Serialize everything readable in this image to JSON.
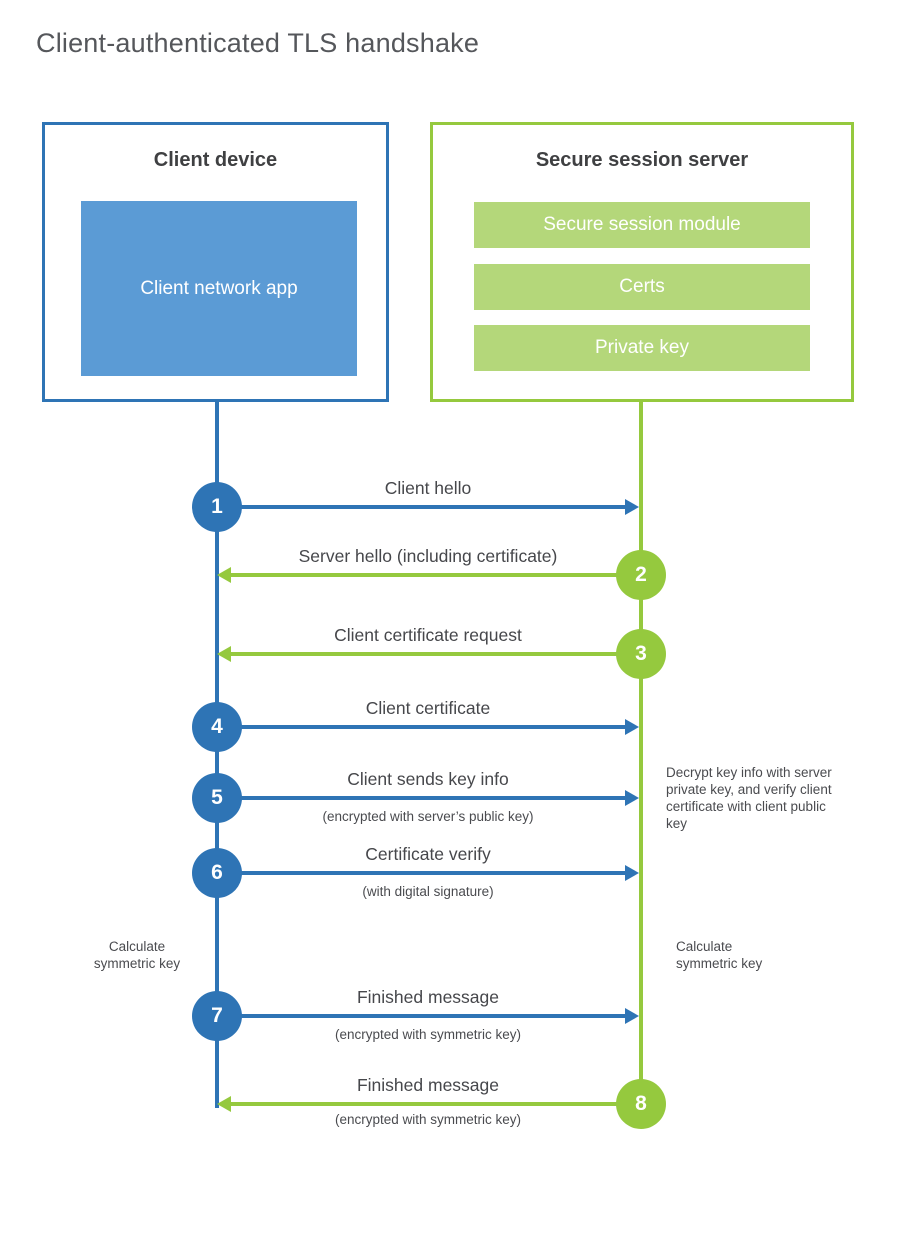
{
  "page": {
    "title": "Client-authenticated TLS handshake"
  },
  "client_box": {
    "title": "Client device",
    "app_label": "Client network app"
  },
  "server_box": {
    "title": "Secure session server",
    "modules": [
      "Secure session module",
      "Certs",
      "Private key"
    ]
  },
  "steps": [
    {
      "num": "1",
      "label": "Client hello",
      "sub": "",
      "direction": "right",
      "actor": "client"
    },
    {
      "num": "2",
      "label": "Server hello (including certificate)",
      "sub": "",
      "direction": "left",
      "actor": "server"
    },
    {
      "num": "3",
      "label": "Client certificate request",
      "sub": "",
      "direction": "left",
      "actor": "server"
    },
    {
      "num": "4",
      "label": "Client certificate",
      "sub": "",
      "direction": "right",
      "actor": "client"
    },
    {
      "num": "5",
      "label": "Client sends key info",
      "sub": "(encrypted with server’s public key)",
      "direction": "right",
      "actor": "client"
    },
    {
      "num": "6",
      "label": "Certificate verify",
      "sub": "(with digital signature)",
      "direction": "right",
      "actor": "client"
    },
    {
      "num": "7",
      "label": "Finished message",
      "sub": "(encrypted with symmetric key)",
      "direction": "right",
      "actor": "client"
    },
    {
      "num": "8",
      "label": "Finished message",
      "sub": "(encrypted with symmetric key)",
      "direction": "left",
      "actor": "server"
    }
  ],
  "annotations": {
    "decrypt_note": "Decrypt key info with server private key, and verify client certificate with client public key",
    "calc_left": "Calculate symmetric key",
    "calc_right": "Calculate symmetric key"
  },
  "colors": {
    "client_blue": "#2e74b5",
    "client_blue_light": "#5b9bd5",
    "server_green": "#95c93e",
    "server_green_light": "#b4d77a"
  }
}
